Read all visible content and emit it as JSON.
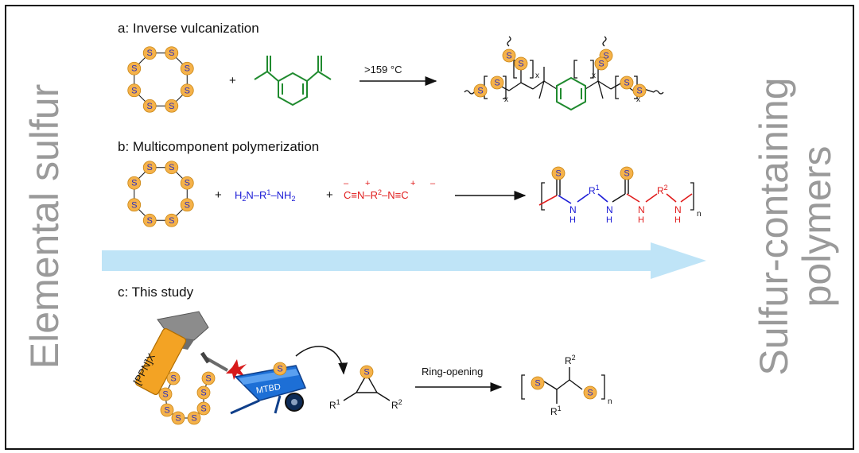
{
  "side_titles": {
    "left": "Elemental sulfur",
    "right_line1": "Sulfur-containing",
    "right_line2": "polymers"
  },
  "panels": {
    "a": {
      "label": "a: Inverse vulcanization",
      "condition": ">159 °C"
    },
    "b": {
      "label": "b: Multicomponent polymerization"
    },
    "c": {
      "label": "c: This study",
      "arrow_label": "Ring-opening"
    }
  },
  "chem": {
    "sulfur": "S",
    "plus": "+",
    "x": "x",
    "n": "n",
    "nh": "N",
    "h": "H",
    "r": "R",
    "one": "1",
    "two": "2",
    "minus": "–",
    "c": "C",
    "n_atom": "N",
    "ppnx": "[PPN]X",
    "mtbd": "MTBD"
  },
  "colors": {
    "arrow_band": "#bfe4f7",
    "sulfur_fill": "#f5b24a",
    "green": "#1f8a2e",
    "blue": "#1a1ad6",
    "red": "#e01b1b",
    "grey_text": "#9a9a9a"
  }
}
